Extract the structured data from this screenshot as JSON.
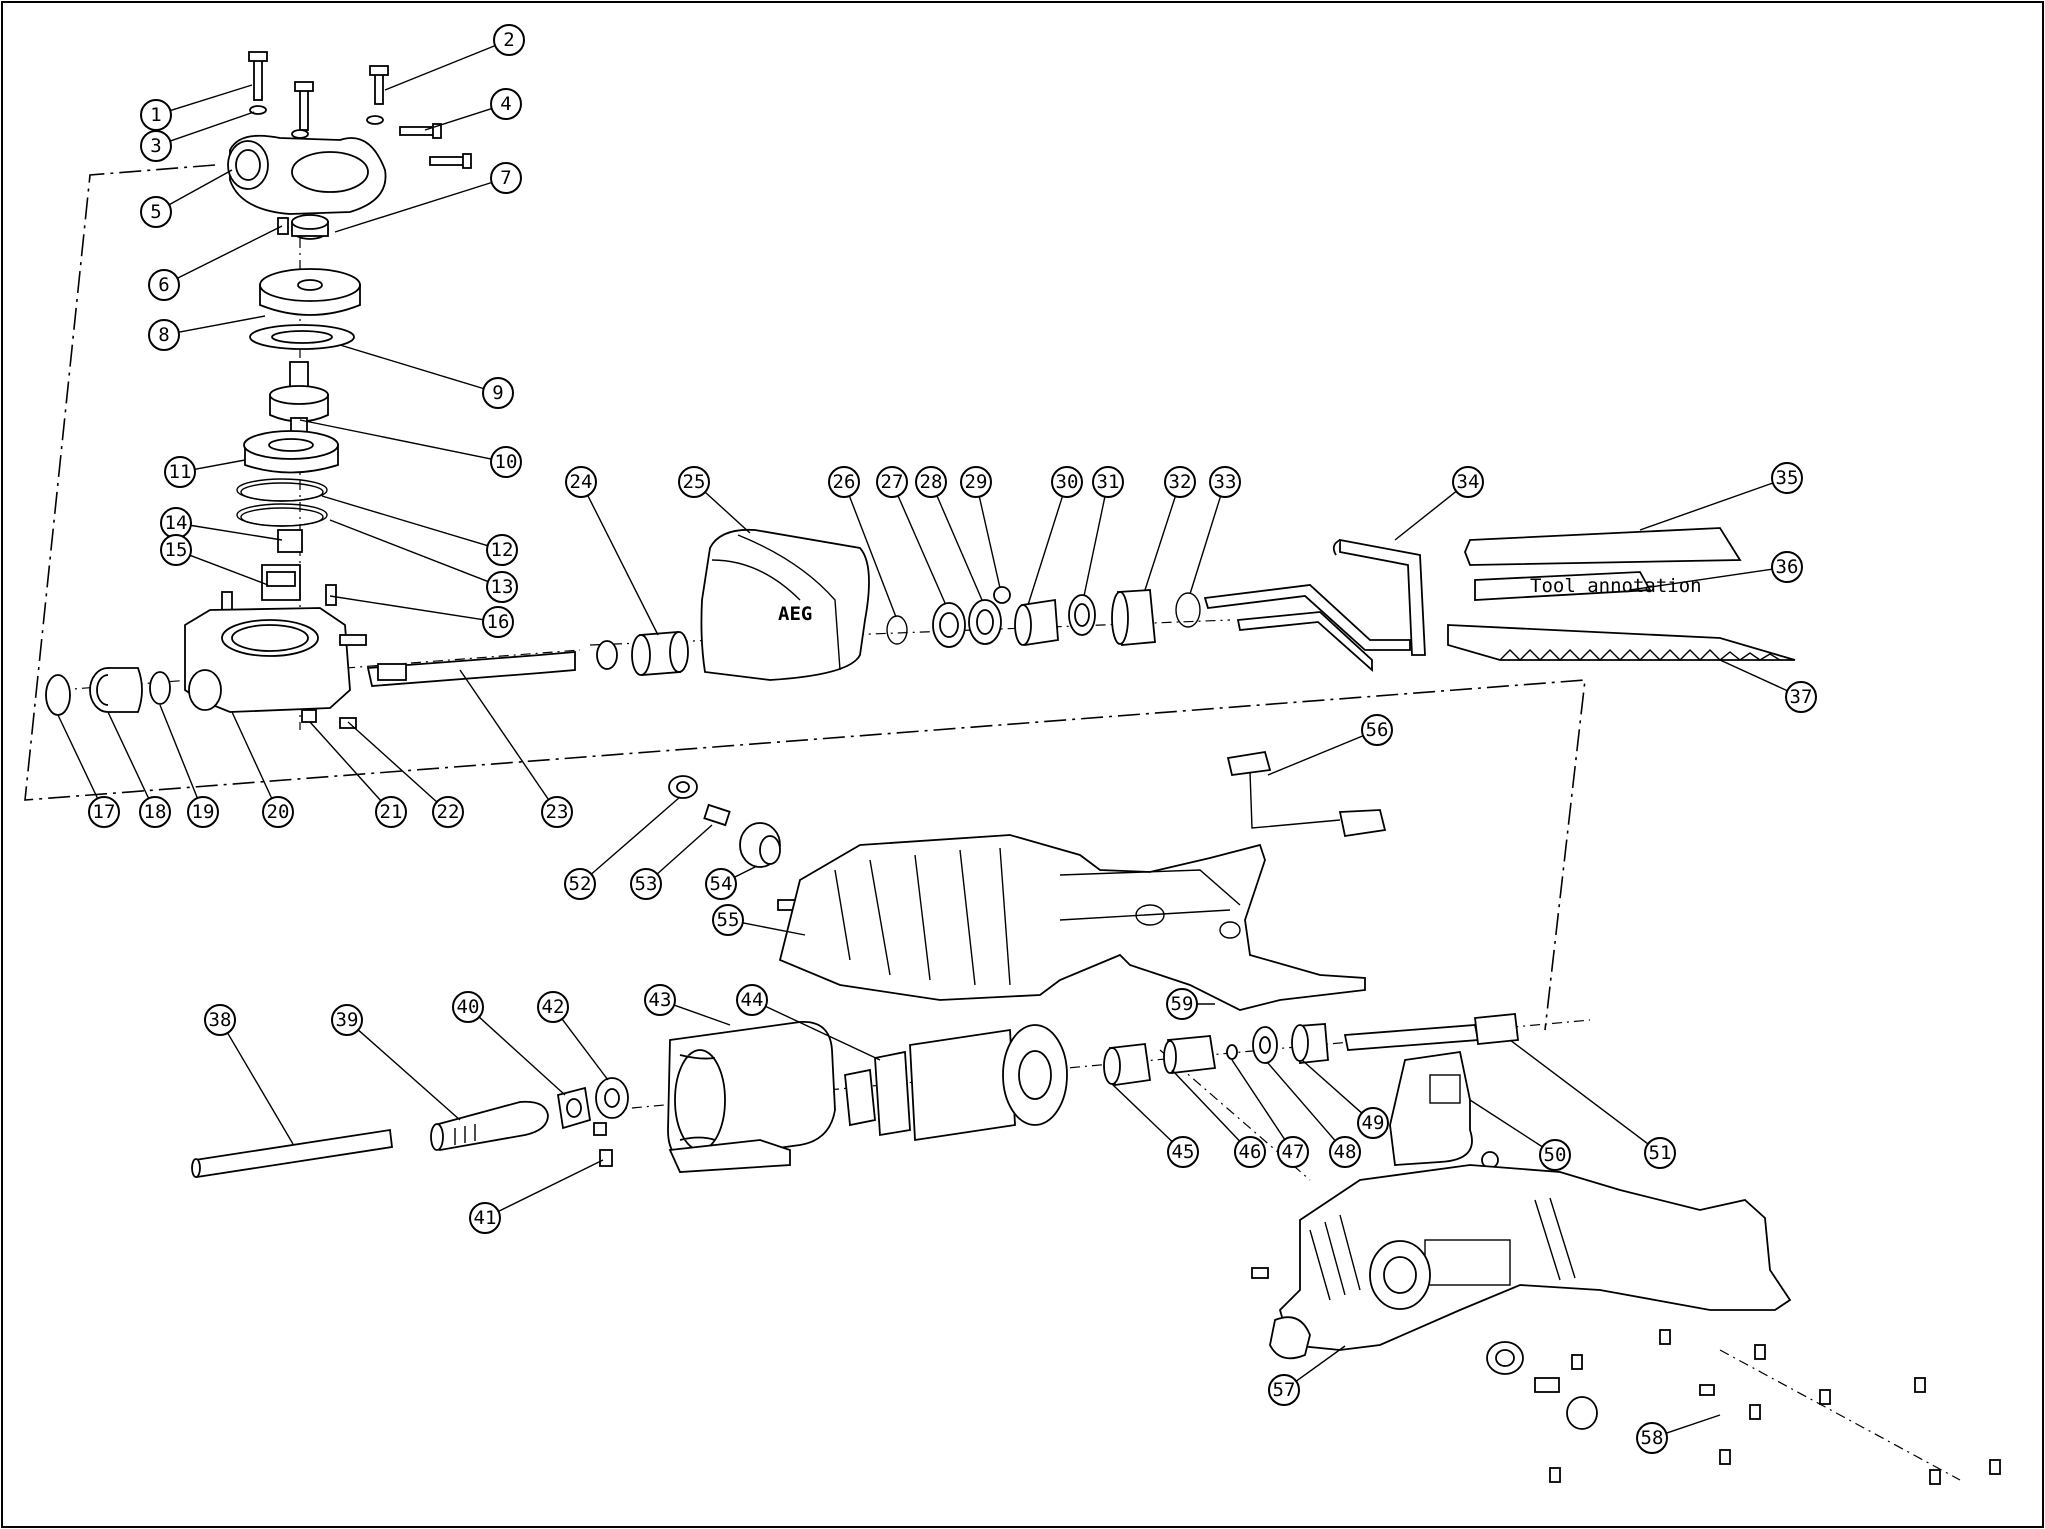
{
  "diagram": {
    "brand_label": "AEG",
    "callouts": [
      {
        "num": "1"
      },
      {
        "num": "2"
      },
      {
        "num": "3"
      },
      {
        "num": "4"
      },
      {
        "num": "5"
      },
      {
        "num": "6"
      },
      {
        "num": "7"
      },
      {
        "num": "8"
      },
      {
        "num": "9"
      },
      {
        "num": "10"
      },
      {
        "num": "11"
      },
      {
        "num": "12"
      },
      {
        "num": "13"
      },
      {
        "num": "14"
      },
      {
        "num": "15"
      },
      {
        "num": "16"
      },
      {
        "num": "17"
      },
      {
        "num": "18"
      },
      {
        "num": "19"
      },
      {
        "num": "20"
      },
      {
        "num": "21"
      },
      {
        "num": "22"
      },
      {
        "num": "23"
      },
      {
        "num": "24"
      },
      {
        "num": "25"
      },
      {
        "num": "26"
      },
      {
        "num": "27"
      },
      {
        "num": "28"
      },
      {
        "num": "29"
      },
      {
        "num": "30"
      },
      {
        "num": "31"
      },
      {
        "num": "32"
      },
      {
        "num": "33"
      },
      {
        "num": "34"
      },
      {
        "num": "35"
      },
      {
        "num": "36"
      },
      {
        "num": "37"
      },
      {
        "num": "38"
      },
      {
        "num": "39"
      },
      {
        "num": "40"
      },
      {
        "num": "41"
      },
      {
        "num": "42"
      },
      {
        "num": "43"
      },
      {
        "num": "44"
      },
      {
        "num": "45"
      },
      {
        "num": "46"
      },
      {
        "num": "47"
      },
      {
        "num": "48"
      },
      {
        "num": "49"
      },
      {
        "num": "50"
      },
      {
        "num": "51"
      },
      {
        "num": "52"
      },
      {
        "num": "53"
      },
      {
        "num": "54"
      },
      {
        "num": "55"
      },
      {
        "num": "56"
      },
      {
        "num": "57"
      },
      {
        "num": "58"
      },
      {
        "num": "59"
      }
    ]
  }
}
